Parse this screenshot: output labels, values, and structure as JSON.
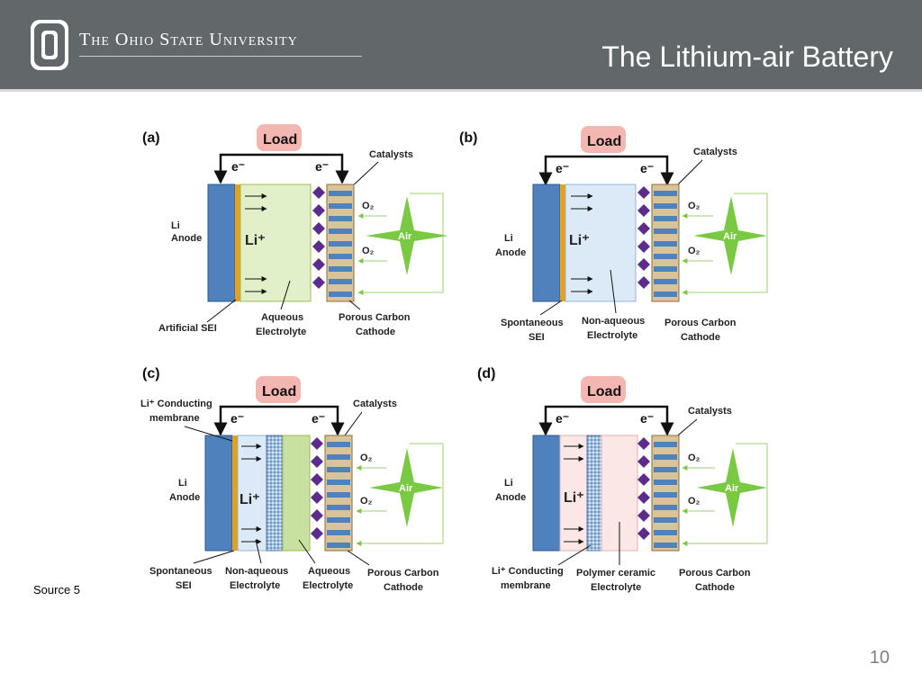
{
  "header": {
    "university": "The Ohio State University",
    "title": "The Lithium-air Battery"
  },
  "source": "Source 5",
  "page_number": "10",
  "common": {
    "load": "Load",
    "electron": "e⁻",
    "catalysts": "Catalysts",
    "li_anode_line1": "Li",
    "li_anode_line2": "Anode",
    "li_ion": "Li⁺",
    "o2": "O₂",
    "air": "Air",
    "cathode_line1": "Porous Carbon",
    "cathode_line2": "Cathode"
  },
  "panels": [
    {
      "tag": "(a)",
      "labels": [
        "Artificial SEI",
        "Aqueous",
        "Electrolyte"
      ]
    },
    {
      "tag": "(b)",
      "labels": [
        "Spontaneous",
        "SEI",
        "Non-aqueous",
        "Electrolyte"
      ]
    },
    {
      "tag": "(c)",
      "labels": [
        "Li⁺ Conducting",
        "membrane",
        "Spontaneous",
        "SEI",
        "Non-aqueous",
        "Electrolyte",
        "Aqueous",
        "Electrolyte"
      ]
    },
    {
      "tag": "(d)",
      "labels": [
        "Li⁺ Conducting",
        "membrane",
        "Polymer ceramic",
        "Electrolyte"
      ]
    }
  ],
  "colors": {
    "header_bg": "#62676a",
    "anode": "#4f81bd",
    "sei": "#e4a21c",
    "aqueous": "#e2f0c9",
    "nonaqueous": "#dce9f6",
    "polymer": "#fbe7e6",
    "membrane": "#8fb3d9",
    "catalyst": "#5b2c8c",
    "air": "#7ac943",
    "load": "#f4b6b0"
  }
}
